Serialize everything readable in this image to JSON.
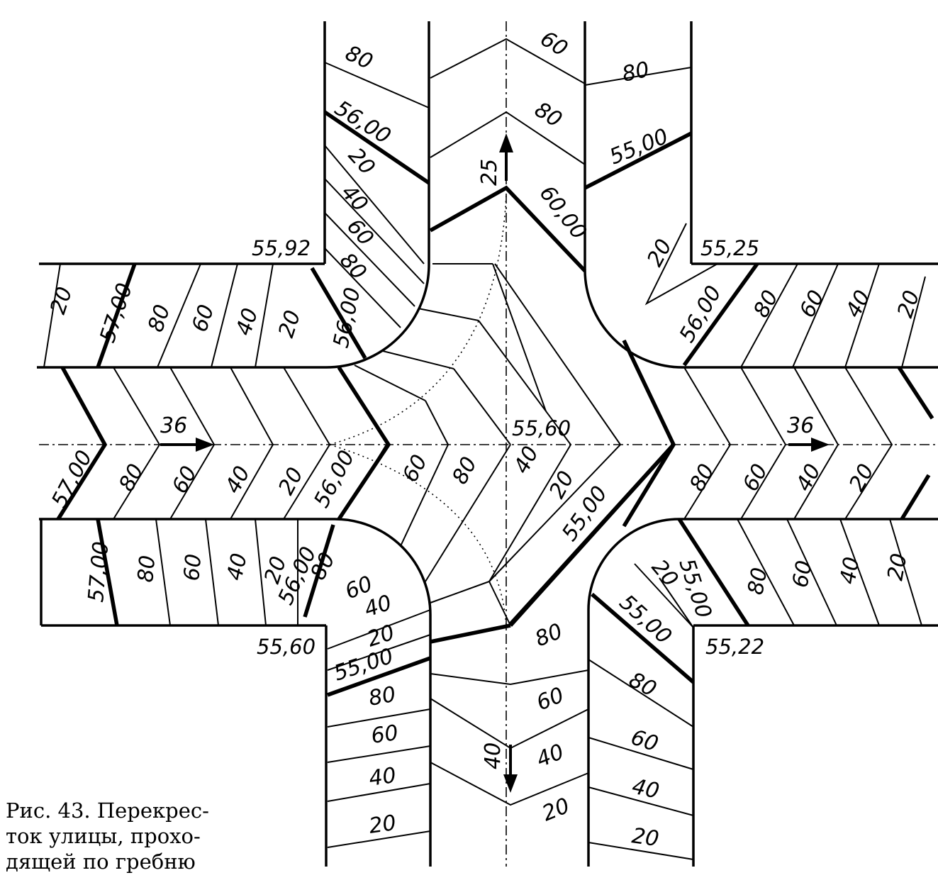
{
  "figure": {
    "elevations": {
      "nw_corner": "55,92",
      "ne_corner": "55,25",
      "sw_corner": "55,60",
      "se_corner": "55,22",
      "center": "55,60"
    },
    "slopes": {
      "north": "25",
      "west": "36",
      "east": "36",
      "south": "40"
    },
    "labels": {
      "w_top": [
        "20",
        "57,00",
        "80",
        "60",
        "40",
        "20",
        "56,00"
      ],
      "w_mid": [
        "57,00",
        "80",
        "60",
        "40",
        "20",
        "56,00"
      ],
      "w_bot": [
        "57,00",
        "80",
        "60",
        "40",
        "20",
        "56,00"
      ],
      "e_top": [
        "56,00",
        "80",
        "60",
        "40",
        "20"
      ],
      "e_mid": [
        "80",
        "60",
        "40",
        "20"
      ],
      "e_bot": [
        "80",
        "60",
        "40",
        "20"
      ],
      "se_inner": [
        "20",
        "55,00"
      ],
      "ne_inner": [
        "20"
      ],
      "n_left": [
        "80",
        "56,00",
        "20",
        "40",
        "60",
        "80"
      ],
      "n_mid": [
        "60",
        "80",
        "60,00"
      ],
      "n_right": [
        "80",
        "55,00"
      ],
      "s_left": [
        "80",
        "60",
        "40",
        "20",
        "55,00",
        "80",
        "60",
        "40",
        "20"
      ],
      "s_mid": [
        "80",
        "60",
        "40",
        "20"
      ],
      "s_right": [
        "55,00",
        "80",
        "60",
        "40",
        "20"
      ],
      "center": [
        "60",
        "80",
        "40",
        "20",
        "55,00"
      ]
    }
  },
  "caption": {
    "lines": [
      "Рис. 43. Перекрес-",
      "ток улицы, прохо-",
      "дящей по гребню"
    ]
  }
}
